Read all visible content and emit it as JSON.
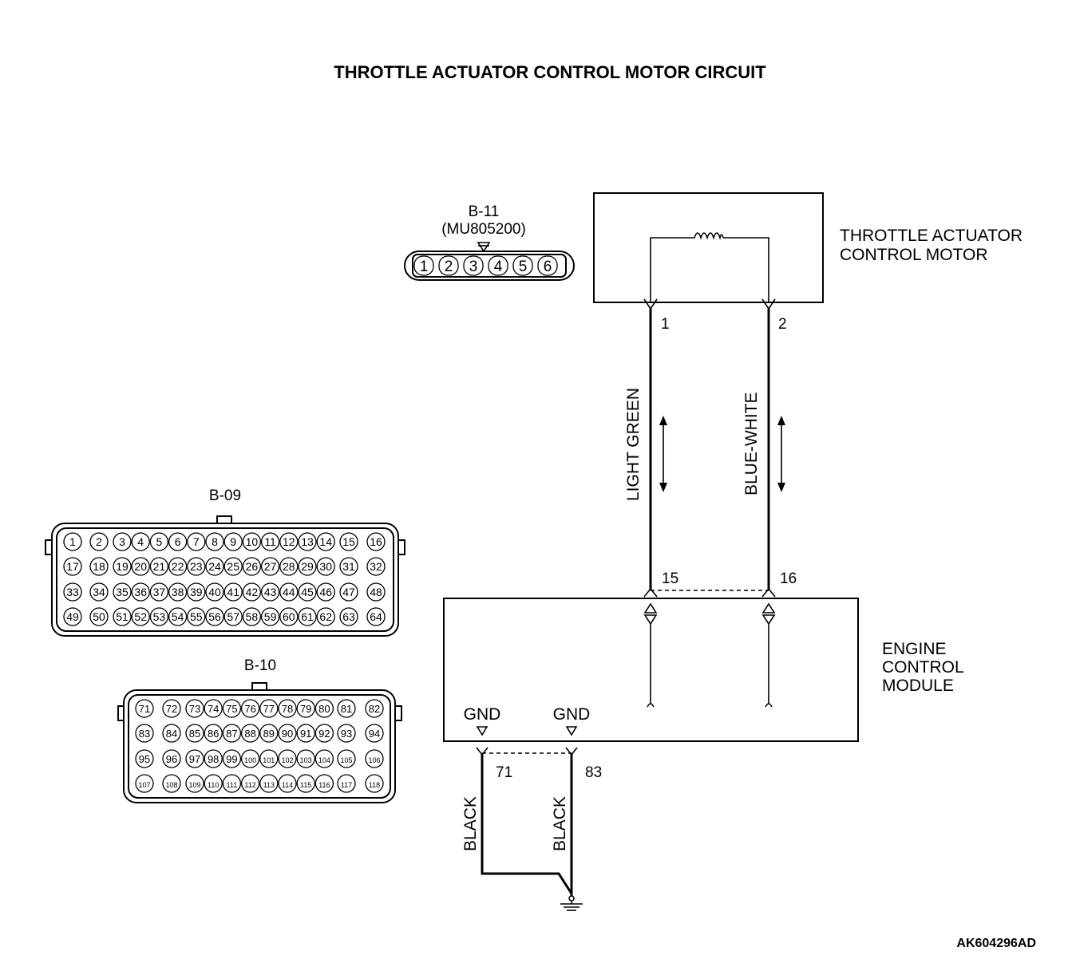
{
  "title": "THROTTLE ACTUATOR CONTROL MOTOR CIRCUIT",
  "footer_code": "AK604296AD",
  "motor": {
    "label_line1": "THROTTLE ACTUATOR",
    "label_line2": "CONTROL MOTOR",
    "pin_left": "1",
    "pin_right": "2"
  },
  "ecm": {
    "label_line1": "ENGINE",
    "label_line2": "CONTROL",
    "label_line3": "MODULE",
    "pin_left": "15",
    "pin_right": "16",
    "gnd_left": "GND",
    "gnd_right": "GND",
    "gnd_pin_left": "71",
    "gnd_pin_right": "83"
  },
  "wires": {
    "left_color": "LIGHT GREEN",
    "right_color": "BLUE-WHITE",
    "gnd_left_color": "BLACK",
    "gnd_right_color": "BLACK"
  },
  "connector_b11": {
    "name": "B-11",
    "part": "(MU805200)",
    "pins": [
      "1",
      "2",
      "3",
      "4",
      "5",
      "6"
    ]
  },
  "connector_b09": {
    "name": "B-09",
    "rows": [
      [
        "1",
        "2",
        "3",
        "4",
        "5",
        "6",
        "7",
        "8",
        "9",
        "10",
        "11",
        "12",
        "13",
        "14",
        "15",
        "16"
      ],
      [
        "17",
        "18",
        "19",
        "20",
        "21",
        "22",
        "23",
        "24",
        "25",
        "26",
        "27",
        "28",
        "29",
        "30",
        "31",
        "32"
      ],
      [
        "33",
        "34",
        "35",
        "36",
        "37",
        "38",
        "39",
        "40",
        "41",
        "42",
        "43",
        "44",
        "45",
        "46",
        "47",
        "48"
      ],
      [
        "49",
        "50",
        "51",
        "52",
        "53",
        "54",
        "55",
        "56",
        "57",
        "58",
        "59",
        "60",
        "61",
        "62",
        "63",
        "64"
      ]
    ]
  },
  "connector_b10": {
    "name": "B-10",
    "rows": [
      [
        "71",
        "72",
        "73",
        "74",
        "75",
        "76",
        "77",
        "78",
        "79",
        "80",
        "81",
        "82"
      ],
      [
        "83",
        "84",
        "85",
        "86",
        "87",
        "88",
        "89",
        "90",
        "91",
        "92",
        "93",
        "94"
      ],
      [
        "95",
        "96",
        "97",
        "98",
        "99",
        "100",
        "101",
        "102",
        "103",
        "104",
        "105",
        "106"
      ],
      [
        "107",
        "108",
        "109",
        "110",
        "111",
        "112",
        "113",
        "114",
        "115",
        "116",
        "117",
        "118"
      ]
    ]
  }
}
